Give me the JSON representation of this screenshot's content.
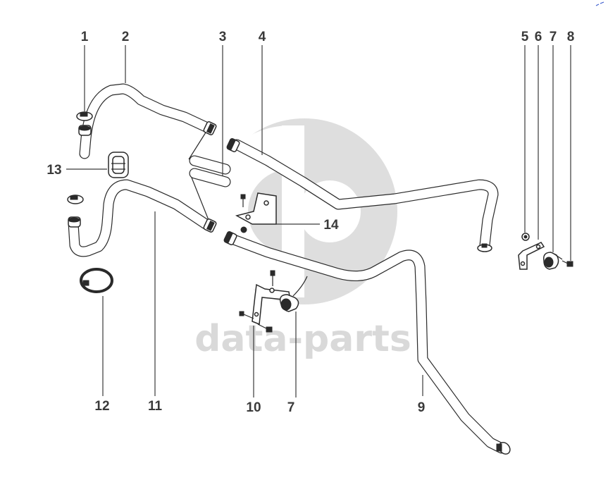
{
  "watermark": {
    "text": "data-parts",
    "color": "#d9d9d9"
  },
  "callouts": {
    "c1": "1",
    "c2": "2",
    "c3": "3",
    "c4": "4",
    "c5": "5",
    "c6": "6",
    "c7a": "7",
    "c8": "8",
    "c9": "9",
    "c10": "10",
    "c11": "11",
    "c12": "12",
    "c13": "13",
    "c14": "14",
    "c7b": "7"
  },
  "colors": {
    "line": "#2a2a2a",
    "label": "#3a3a3a",
    "background": "#ffffff"
  }
}
